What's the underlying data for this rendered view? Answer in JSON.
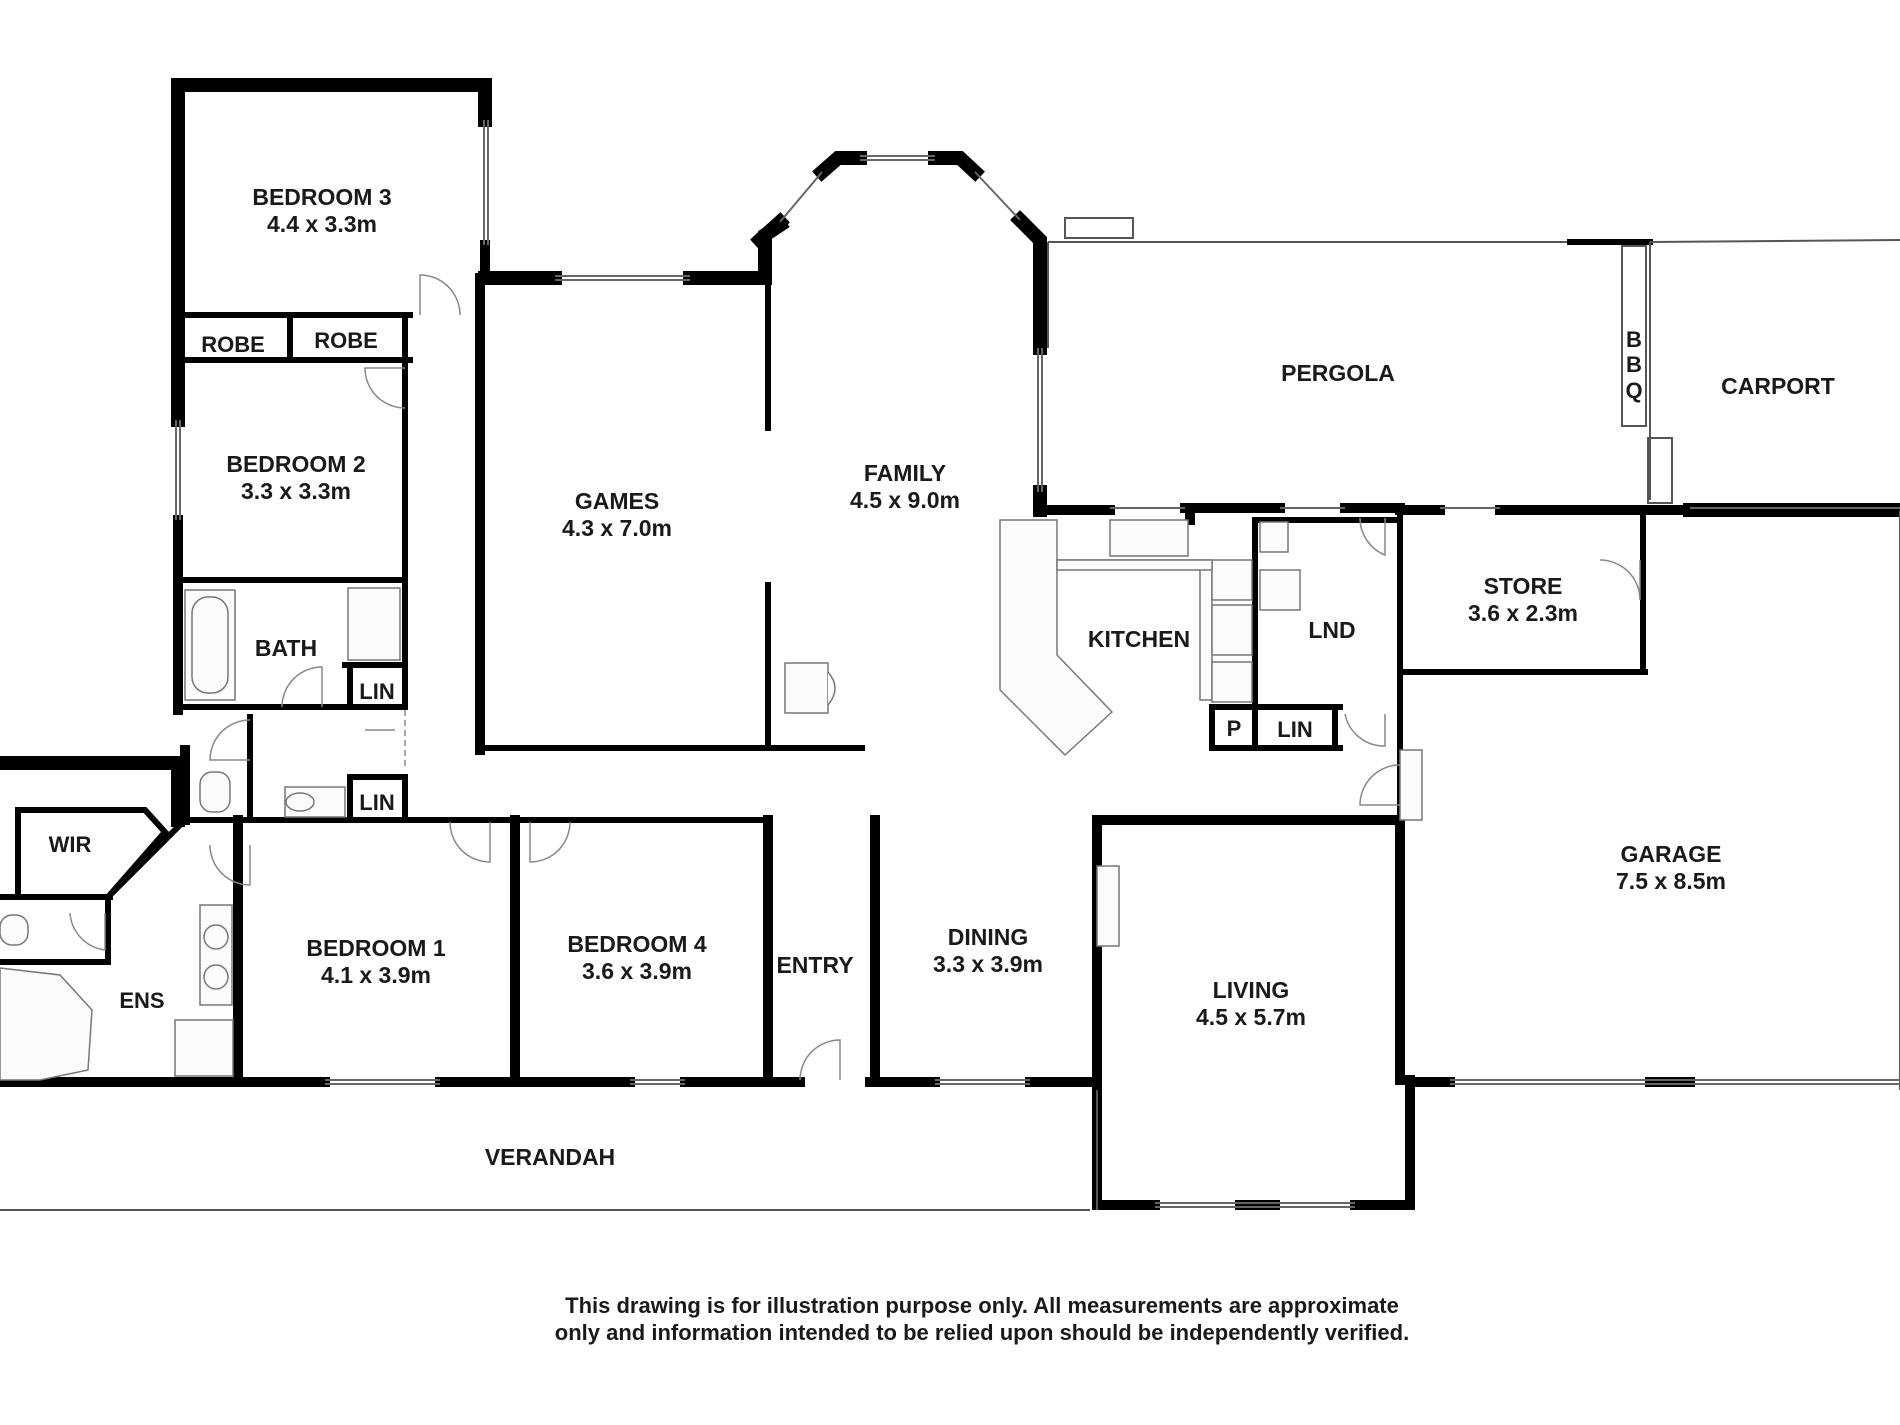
{
  "rooms": {
    "bedroom3": {
      "name": "BEDROOM 3",
      "size": "4.4 x 3.3m"
    },
    "robe1": {
      "name": "ROBE"
    },
    "robe2": {
      "name": "ROBE"
    },
    "bedroom2": {
      "name": "BEDROOM 2",
      "size": "3.3 x 3.3m"
    },
    "bath": {
      "name": "BATH"
    },
    "lin1": {
      "name": "LIN"
    },
    "lin2": {
      "name": "LIN"
    },
    "wir": {
      "name": "WIR"
    },
    "ens": {
      "name": "ENS"
    },
    "games": {
      "name": "GAMES",
      "size": "4.3 x 7.0m"
    },
    "family": {
      "name": "FAMILY",
      "size": "4.5 x 9.0m"
    },
    "pergola": {
      "name": "PERGOLA"
    },
    "bbq": {
      "name": [
        "B",
        "B",
        "Q"
      ]
    },
    "carport": {
      "name": "CARPORT"
    },
    "kitchen": {
      "name": "KITCHEN"
    },
    "lnd": {
      "name": "LND"
    },
    "store": {
      "name": "STORE",
      "size": "3.6 x 2.3m"
    },
    "pantry": {
      "name": "P"
    },
    "lin3": {
      "name": "LIN"
    },
    "bedroom1": {
      "name": "BEDROOM 1",
      "size": "4.1 x 3.9m"
    },
    "bedroom4": {
      "name": "BEDROOM 4",
      "size": "3.6 x 3.9m"
    },
    "entry": {
      "name": "ENTRY"
    },
    "dining": {
      "name": "DINING",
      "size": "3.3 x 3.9m"
    },
    "living": {
      "name": "LIVING",
      "size": "4.5 x 5.7m"
    },
    "garage": {
      "name": "GARAGE",
      "size": "7.5 x 8.5m"
    },
    "verandah": {
      "name": "VERANDAH"
    }
  },
  "disclaimer": {
    "line1": "This drawing is for illustration purpose only. All measurements are approximate",
    "line2": "only and information intended to be relied upon should be independently verified."
  }
}
